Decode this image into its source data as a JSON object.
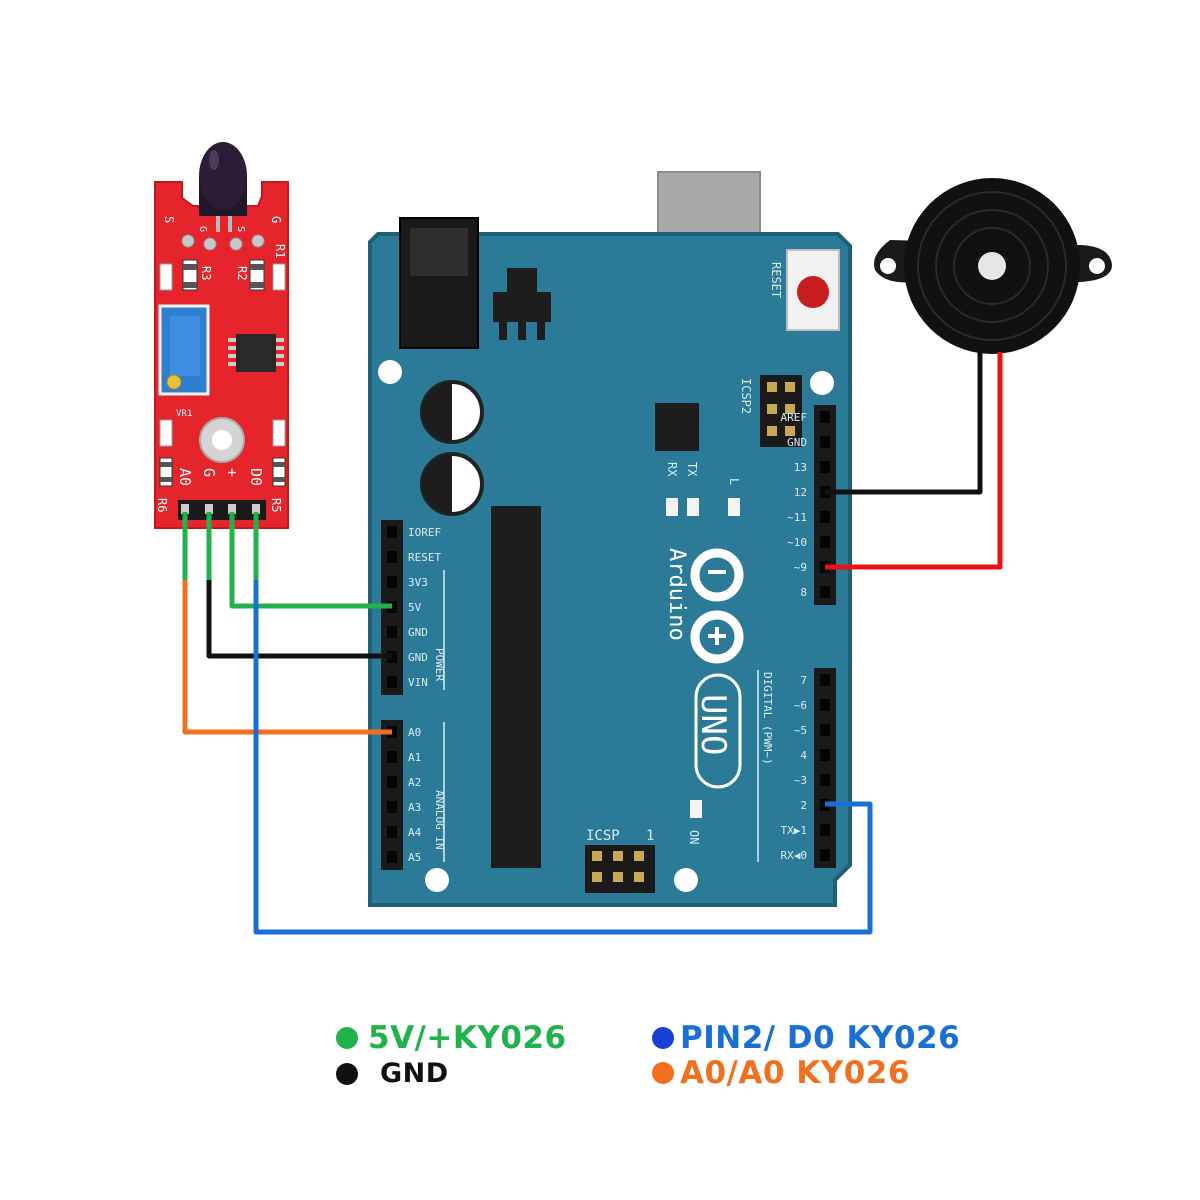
{
  "colors": {
    "board": "#2b7a98",
    "board_edge": "#1f5f78",
    "board_print": "#d8edf4",
    "sensor_board": "#e5252b",
    "sensor_print": "#ffffff",
    "wire_5v": "#22b24c",
    "wire_gnd": "#111111",
    "wire_a0": "#f07020",
    "wire_d0": "#1a6fd6",
    "wire_buzzer_signal": "#ee1111",
    "legend_5v": "#22b24c",
    "legend_gnd": "#111111",
    "legend_d0": "#1a6fd6",
    "legend_a0": "#f07020"
  },
  "sensor": {
    "pins": [
      "A0",
      "G",
      "+",
      "D0"
    ],
    "silk_top": [
      "S",
      "G",
      "S",
      "G"
    ],
    "resistors": [
      "R3",
      "R2",
      "R1",
      "R6",
      "R5"
    ],
    "vr_label": "VR1"
  },
  "arduino": {
    "reset_label": "RESET",
    "icsp2_label": "ICSP2",
    "icsp_label": "ICSP",
    "icsp_pin1": "1",
    "tx_label": "TX",
    "rx_label": "RX",
    "l_label": "L",
    "on_label": "ON",
    "brand": "Arduino",
    "model": "UNO",
    "power_pins": [
      "IOREF",
      "RESET",
      "3V3",
      "5V",
      "GND",
      "GND",
      "VIN"
    ],
    "power_header_label": "POWER",
    "analog_pins": [
      "A0",
      "A1",
      "A2",
      "A3",
      "A4",
      "A5"
    ],
    "analog_header_label": "ANALOG IN",
    "digital_top_pins": [
      "AREF",
      "GND",
      "13",
      "12",
      "~11",
      "~10",
      "~9",
      "8"
    ],
    "digital_bottom_pins": [
      "7",
      "~6",
      "~5",
      "4",
      "~3",
      "2",
      "TX▶1",
      "RX◀0"
    ],
    "digital_header_label": "DIGITAL (PWM~)"
  },
  "legend": {
    "fivev": "5V/+KY026",
    "gnd": "GND",
    "d0": "PIN2/ D0 KY026",
    "a0": "A0/A0 KY026"
  }
}
